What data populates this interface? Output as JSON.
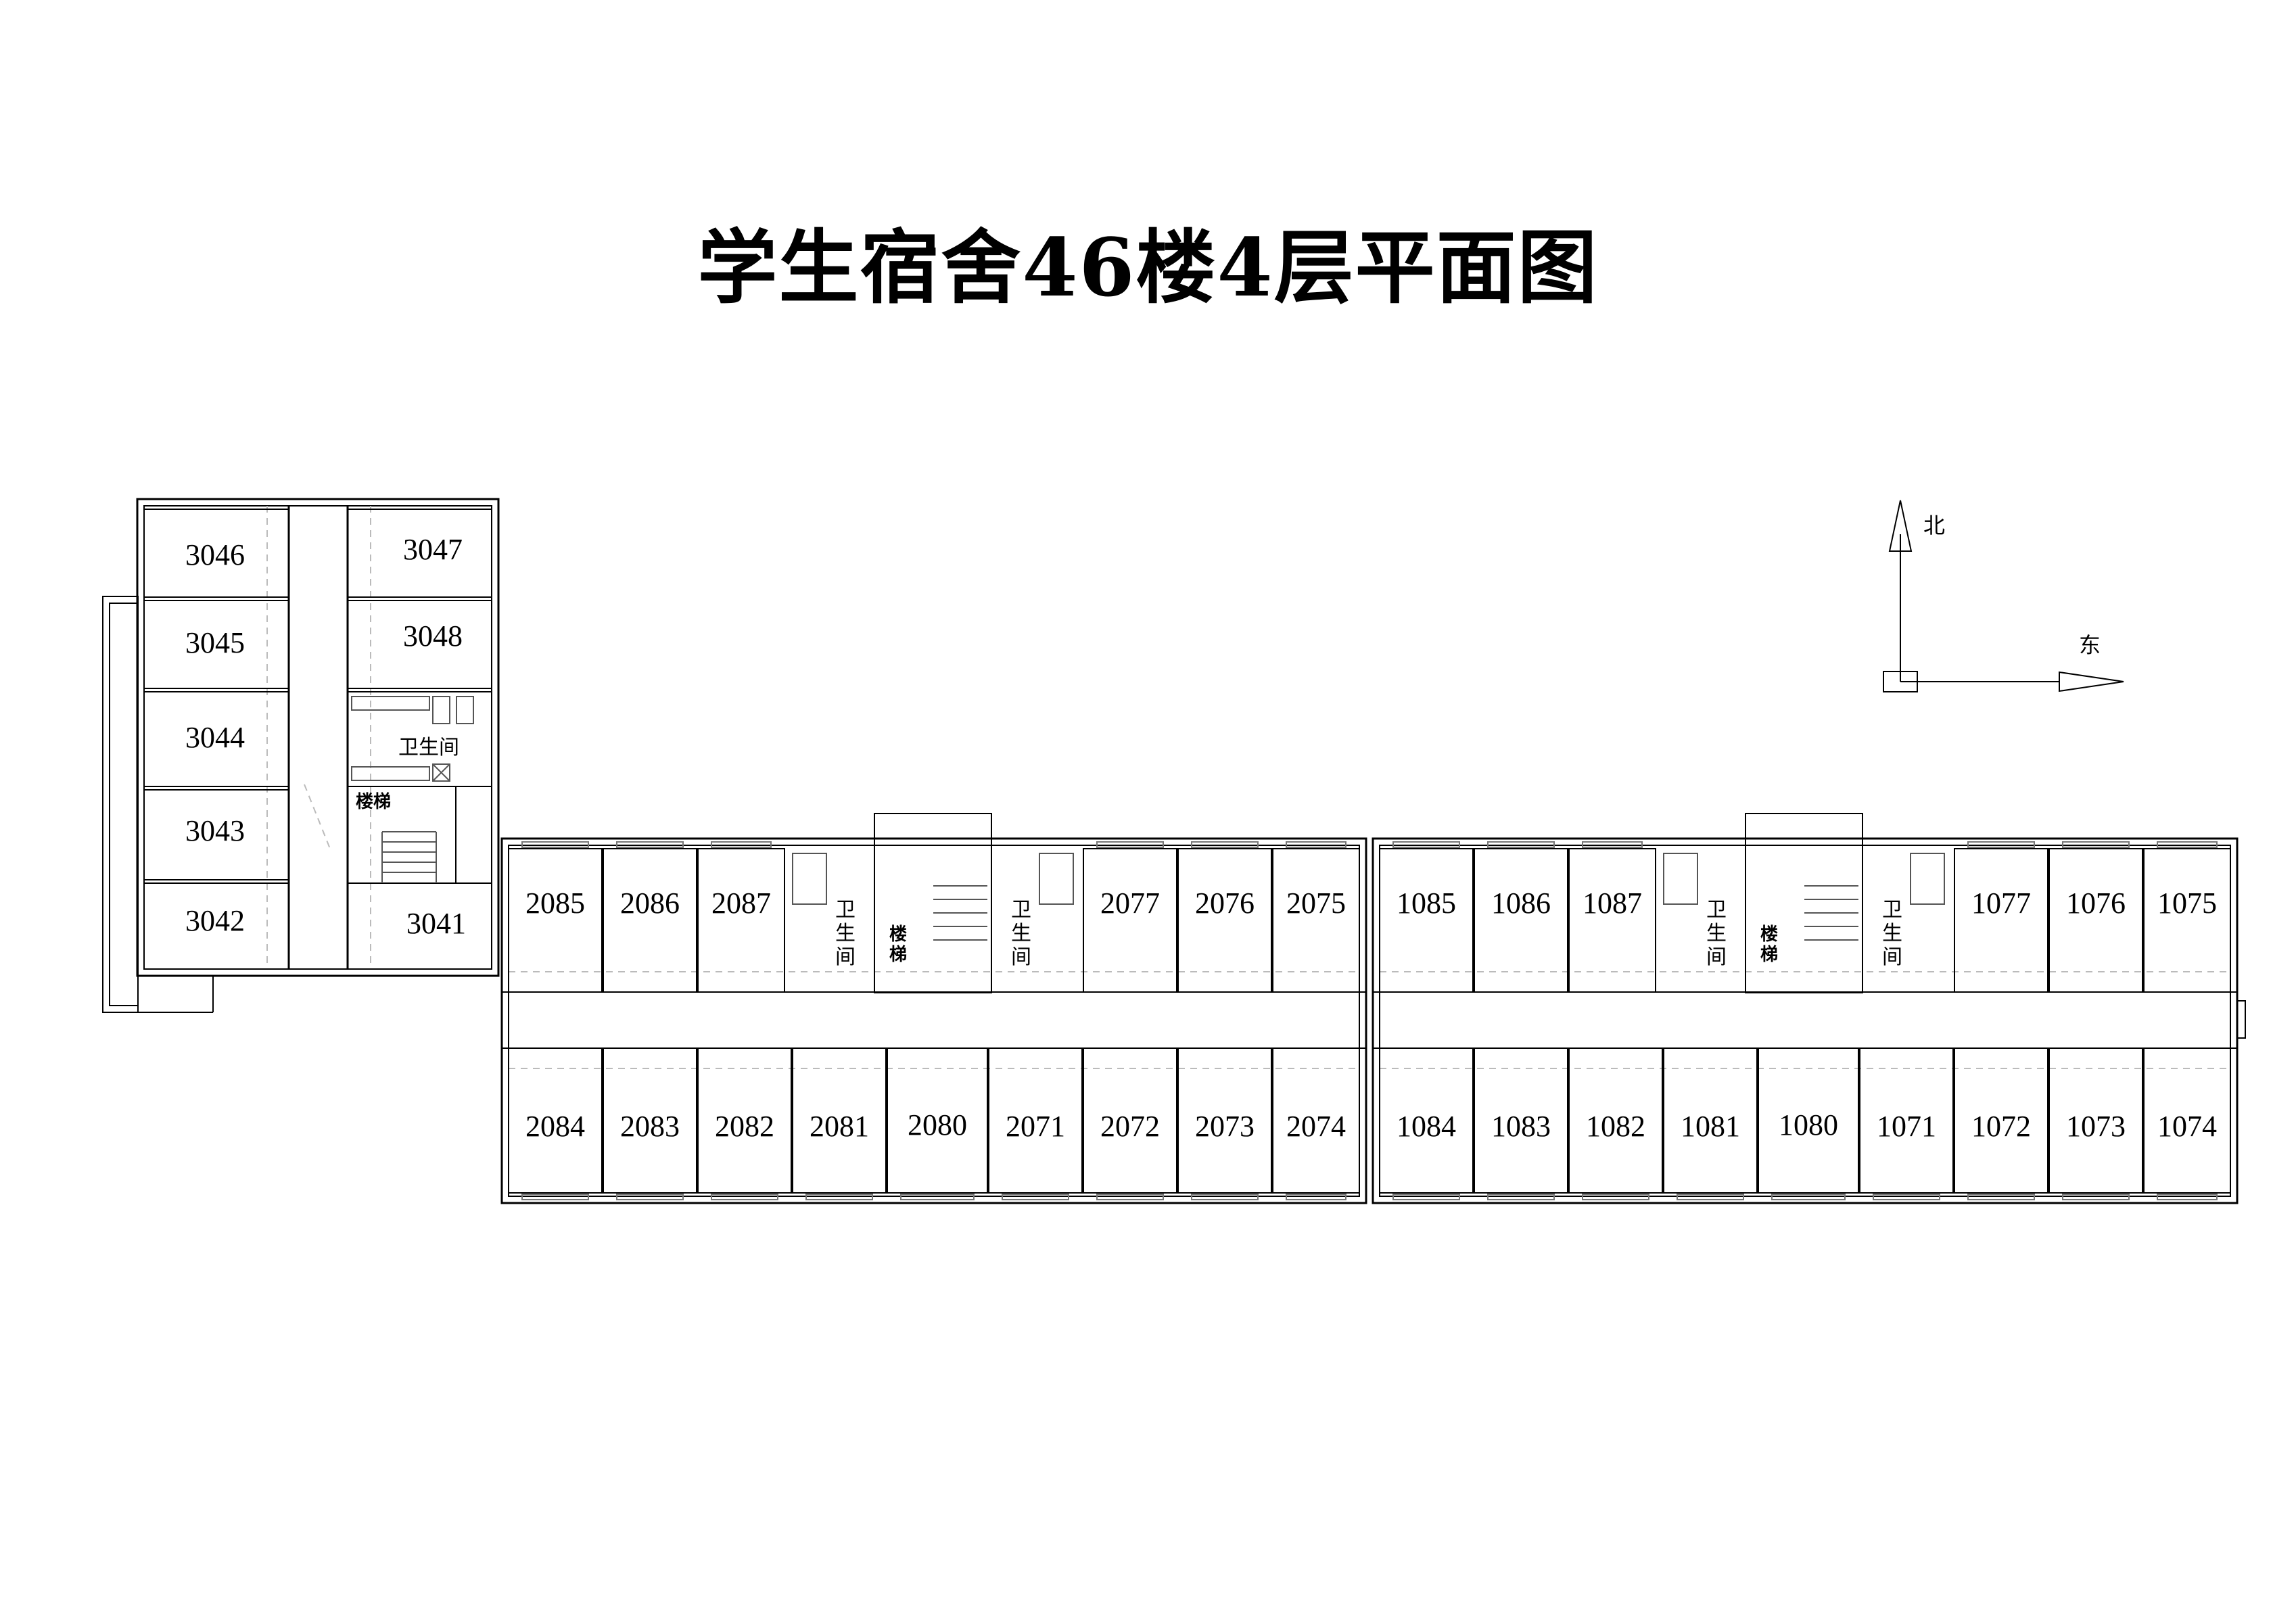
{
  "title": "学生宿舍46楼4层平面图",
  "compass": {
    "north": "北",
    "east": "东"
  },
  "labels": {
    "restroom": "卫生间",
    "restroom_chars": [
      "卫",
      "生",
      "间"
    ],
    "stairs": "楼梯",
    "stairs_chars": [
      "楼",
      "梯"
    ]
  },
  "wing3": {
    "west_rooms": [
      "3046",
      "3045",
      "3044",
      "3043",
      "3042"
    ],
    "east_rooms": [
      "3047",
      "3048",
      "3041"
    ]
  },
  "section2": {
    "north_rooms": [
      "2085",
      "2086",
      "2087",
      "2077",
      "2076",
      "2075"
    ],
    "south_rooms": [
      "2084",
      "2083",
      "2082",
      "2081",
      "2080",
      "2071",
      "2072",
      "2073",
      "2074"
    ]
  },
  "section1": {
    "north_rooms": [
      "1085",
      "1086",
      "1087",
      "1077",
      "1076",
      "1075"
    ],
    "south_rooms": [
      "1084",
      "1083",
      "1082",
      "1081",
      "1080",
      "1071",
      "1072",
      "1073",
      "1074"
    ]
  }
}
